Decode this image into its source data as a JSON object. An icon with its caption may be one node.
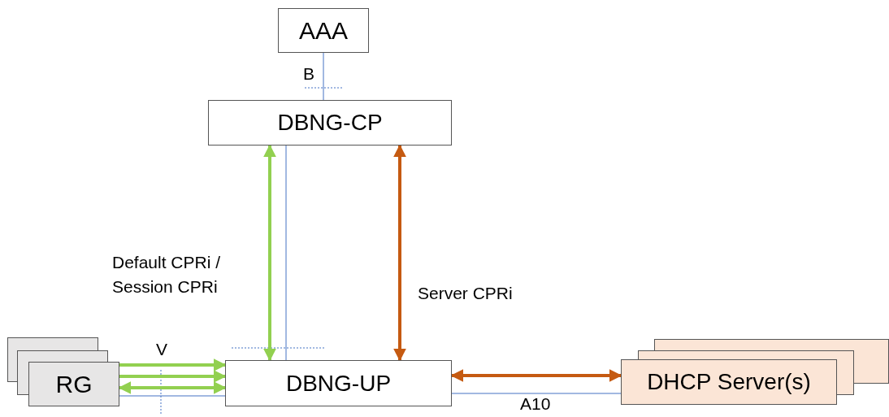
{
  "diagram": {
    "nodes": [
      {
        "text": [
          "AAA"
        ]
      },
      {
        "text": [
          "DBNG-CP"
        ]
      },
      {
        "text": [
          "RG"
        ]
      },
      {
        "text": [
          "DBNG-UP"
        ]
      },
      {
        "text": [
          "DHCP Server(s)"
        ]
      }
    ],
    "edges": [
      {
        "from": 0,
        "to": 1,
        "arrow": "none",
        "label": "B",
        "color": "#4472c4"
      },
      {
        "from": 1,
        "to": 3,
        "arrow": "both",
        "color": "#92d050",
        "label": "Default CPRi / Session CPRi"
      },
      {
        "from": 1,
        "to": 3,
        "arrow": "none",
        "color": "#4472c4"
      },
      {
        "from": 1,
        "to": 3,
        "arrow": "both",
        "color": "#c55a11",
        "label": "Server CPRi"
      },
      {
        "from": 2,
        "to": 3,
        "arrow": "to",
        "color": "#92d050"
      },
      {
        "from": 2,
        "to": 3,
        "arrow": "to",
        "color": "#92d050"
      },
      {
        "from": 2,
        "to": 3,
        "arrow": "both",
        "color": "#92d050"
      },
      {
        "from": 2,
        "to": 3,
        "arrow": "none",
        "color": "#4472c4"
      },
      {
        "from": 3,
        "to": 4,
        "arrow": "both",
        "color": "#c55a11"
      },
      {
        "from": 3,
        "to": 4,
        "arrow": "none",
        "label": "A10",
        "color": "#4472c4"
      }
    ],
    "labels": [
      "V"
    ]
  }
}
